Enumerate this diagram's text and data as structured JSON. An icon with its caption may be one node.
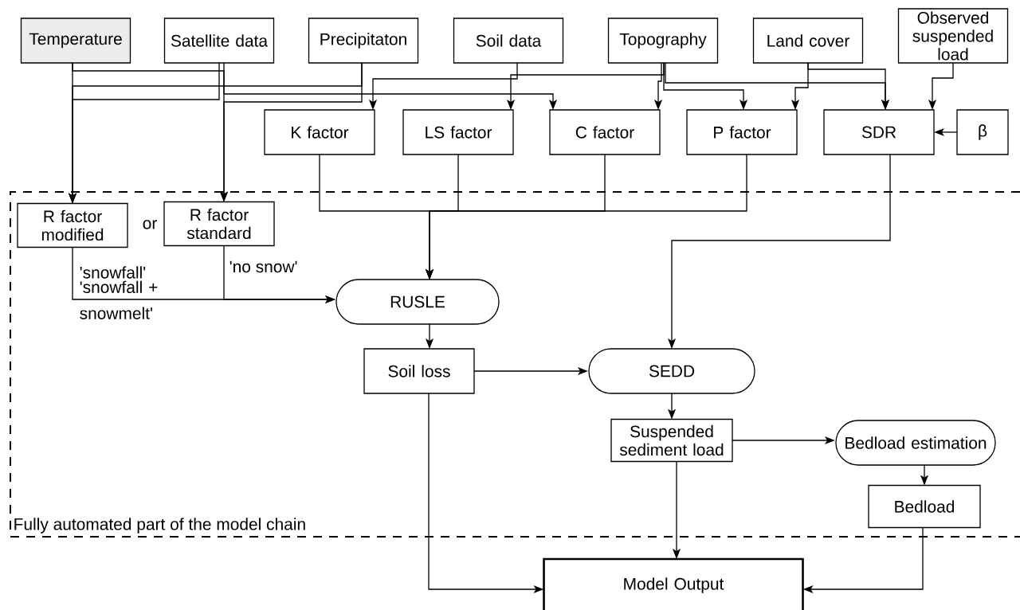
{
  "diagram": {
    "nodes": [
      {
        "text": [
          "Temperature"
        ]
      },
      {
        "text": [
          "Satellite data"
        ]
      },
      {
        "text": [
          "Precipitaton"
        ]
      },
      {
        "text": [
          "Soil data"
        ]
      },
      {
        "text": [
          "Topography"
        ]
      },
      {
        "text": [
          "Land cover"
        ]
      },
      {
        "text": [
          "Observed suspended load"
        ]
      },
      {
        "text": [
          "K factor"
        ]
      },
      {
        "text": [
          "LS factor"
        ]
      },
      {
        "text": [
          "C factor"
        ]
      },
      {
        "text": [
          "P factor"
        ]
      },
      {
        "text": [
          "SDR"
        ]
      },
      {
        "text": [
          "β"
        ]
      },
      {
        "text": [
          "R factor modified"
        ]
      },
      {
        "text": [
          "R factor standard"
        ]
      },
      {
        "text": [
          "RUSLE"
        ]
      },
      {
        "text": [
          "Soil loss"
        ]
      },
      {
        "text": [
          "SEDD"
        ]
      },
      {
        "text": [
          "Suspended sediment load"
        ]
      },
      {
        "text": [
          "Bedload estimation"
        ]
      },
      {
        "text": [
          "Bedload"
        ]
      },
      {
        "text": [
          "Model Output"
        ]
      }
    ],
    "edges": [
      {
        "from": 0,
        "to": 13,
        "arrow": "to"
      },
      {
        "from": 1,
        "to": 13,
        "arrow": "to"
      },
      {
        "from": 2,
        "to": 13,
        "arrow": "to"
      },
      {
        "from": 0,
        "to": 14,
        "arrow": "to"
      },
      {
        "from": 2,
        "to": 14,
        "arrow": "to"
      },
      {
        "from": 3,
        "to": 7,
        "arrow": "to"
      },
      {
        "from": 4,
        "to": 8,
        "arrow": "to"
      },
      {
        "from": 1,
        "to": 9,
        "arrow": "to"
      },
      {
        "from": 4,
        "to": 9,
        "arrow": "to"
      },
      {
        "from": 4,
        "to": 10,
        "arrow": "to"
      },
      {
        "from": 5,
        "to": 10,
        "arrow": "to"
      },
      {
        "from": 4,
        "to": 11,
        "arrow": "to"
      },
      {
        "from": 5,
        "to": 11,
        "arrow": "to"
      },
      {
        "from": 6,
        "to": 11,
        "arrow": "to"
      },
      {
        "from": 12,
        "to": 11,
        "arrow": "to"
      },
      {
        "from": 7,
        "to": 15,
        "arrow": "to"
      },
      {
        "from": 8,
        "to": 15,
        "arrow": "to"
      },
      {
        "from": 9,
        "to": 15,
        "arrow": "to"
      },
      {
        "from": 10,
        "to": 15,
        "arrow": "to"
      },
      {
        "from": 13,
        "to": 15,
        "arrow": "to"
      },
      {
        "from": 14,
        "to": 15,
        "arrow": "to"
      },
      {
        "from": 11,
        "to": 17,
        "arrow": "to"
      },
      {
        "from": 15,
        "to": 16,
        "arrow": "to"
      },
      {
        "from": 16,
        "to": 17,
        "arrow": "to"
      },
      {
        "from": 17,
        "to": 18,
        "arrow": "to"
      },
      {
        "from": 18,
        "to": 19,
        "arrow": "to"
      },
      {
        "from": 19,
        "to": 20,
        "arrow": "to"
      },
      {
        "from": 16,
        "to": 21,
        "arrow": "to"
      },
      {
        "from": 18,
        "to": 21,
        "arrow": "to"
      },
      {
        "from": 20,
        "to": 21,
        "arrow": "to"
      }
    ],
    "labels": [
      "or",
      "'snowfall'",
      "'snowfall + snowmelt'",
      "'no snow'",
      "Fully automated part of the model chain"
    ]
  }
}
